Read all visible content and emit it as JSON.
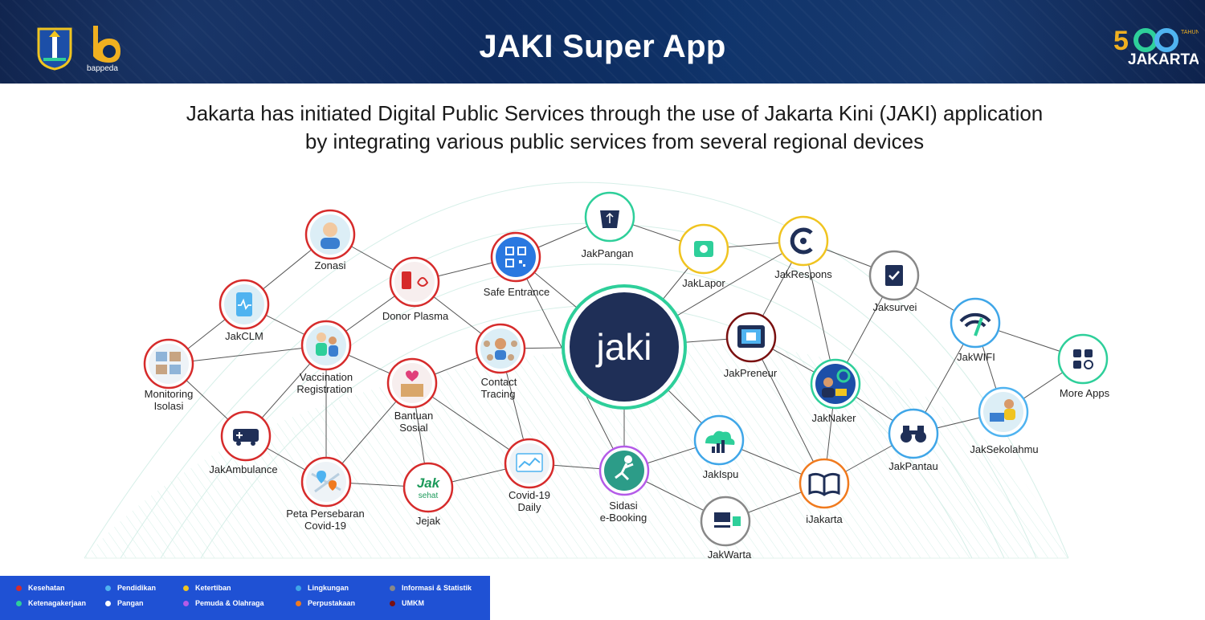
{
  "header": {
    "title": "JAKI Super App",
    "logo_left_text": "bappeda",
    "logo_right_text": "JAKARTA"
  },
  "subtitle": {
    "line1": "Jakarta has initiated Digital Public Services through the use of Jakarta Kini (JAKI) application",
    "line2": "by integrating various public services from several regional devices"
  },
  "center": {
    "label": "jaki",
    "color": "#1f2f57",
    "ring_color": "#2ecf9a"
  },
  "nodes": {
    "zonasi": "Zonasi",
    "jakclm": "JakCLM",
    "monitoring_1": "Monitoring",
    "monitoring_2": "Isolasi",
    "vaccination_1": "Vaccination",
    "vaccination_2": "Registration",
    "donor_plasma": "Donor Plasma",
    "safe_entrance": "Safe Entrance",
    "jakpangan": "JakPangan",
    "jaklapor": "JakLapor",
    "jakrespons": "JakRespons",
    "jaksurvei": "Jaksurvei",
    "jakwifi": "JakWIFI",
    "more_apps": "More Apps",
    "contact_1": "Contact",
    "contact_2": "Tracing",
    "bantuan_1": "Bantuan",
    "bantuan_2": "Sosial",
    "jakambulance": "JakAmbulance",
    "peta_1": "Peta Persebaran",
    "peta_2": "Covid-19",
    "jejak": "Jejak",
    "jejak_logo": "Jak",
    "jejak_logo_sub": "sehat",
    "covid_1": "Covid-19",
    "covid_2": "Daily",
    "sidasi_1": "Sidasi",
    "sidasi_2": "e-Booking",
    "jakpreneur": "JakPreneur",
    "jakispu": "JakIspu",
    "jakwarta": "JakWarta",
    "ijakarta": "iJakarta",
    "jaknaker": "JakNaker",
    "jakpantau": "JakPantau",
    "jaksekolahmu": "JakSekolahmu"
  },
  "colors": {
    "kesehatan": "#d62b2b",
    "pendidikan": "#4fb3f0",
    "ketertiban": "#f0c420",
    "lingkungan": "#3fa6e8",
    "informasi": "#888888",
    "ketenagakerjaan": "#2ecf9a",
    "pangan": "#ffffff",
    "pemuda": "#b45be8",
    "perpustakaan": "#f07a1e",
    "umkm": "#7a1010",
    "legend_bg": "#1f51d4"
  },
  "legend": {
    "kesehatan": "Kesehatan",
    "pendidikan": "Pendidikan",
    "ketertiban": "Ketertiban",
    "lingkungan": "Lingkungan",
    "informasi": "Informasi & Statistik",
    "ketenagakerjaan": "Ketenagakerjaan",
    "pangan": "Pangan",
    "pemuda": "Pemuda & Olahraga",
    "perpustakaan": "Perpustakaan",
    "umkm": "UMKM"
  }
}
